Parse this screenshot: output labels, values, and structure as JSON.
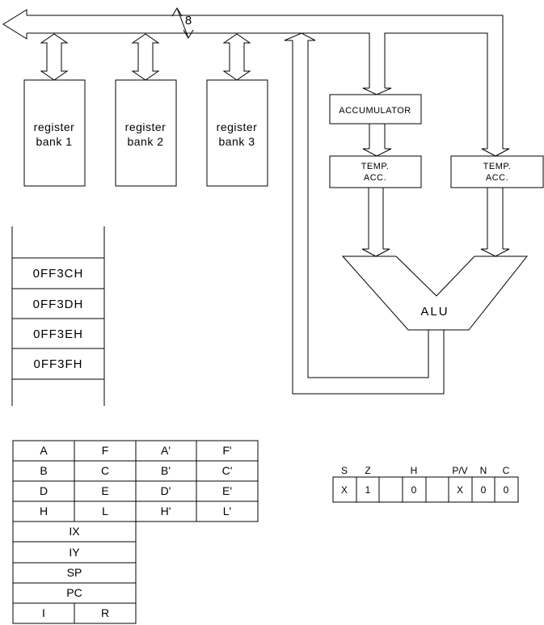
{
  "bus": {
    "width_label": "8"
  },
  "register_banks": [
    {
      "line1": "register",
      "line2": "bank 1"
    },
    {
      "line1": "register",
      "line2": "bank 2"
    },
    {
      "line1": "register",
      "line2": "bank 3"
    }
  ],
  "accumulator": {
    "label": "ACCUMULATOR"
  },
  "temp_accumulators": [
    {
      "line1": "TEMP.",
      "line2": "ACC."
    },
    {
      "line1": "TEMP.",
      "line2": "ACC."
    }
  ],
  "alu": {
    "label": "ALU"
  },
  "memory": {
    "cells": [
      "0FF3CH",
      "0FF3DH",
      "0FF3EH",
      "0FF3FH"
    ]
  },
  "register_table": {
    "main_rows": [
      [
        "A",
        "F",
        "A'",
        "F'"
      ],
      [
        "B",
        "C",
        "B'",
        "C'"
      ],
      [
        "D",
        "E",
        "D'",
        "E'"
      ],
      [
        "H",
        "L",
        "H'",
        "L'"
      ]
    ],
    "wide_rows": [
      "IX",
      "IY",
      "SP",
      "PC"
    ],
    "split_row": [
      "I",
      "R"
    ]
  },
  "flags_register": {
    "cells": [
      {
        "label": "S",
        "value": "X"
      },
      {
        "label": "Z",
        "value": "1"
      },
      {
        "label": "",
        "value": ""
      },
      {
        "label": "H",
        "value": "0"
      },
      {
        "label": "",
        "value": ""
      },
      {
        "label": "P/V",
        "value": "X"
      },
      {
        "label": "N",
        "value": "0"
      },
      {
        "label": "C",
        "value": "0"
      }
    ]
  },
  "colors": {
    "line": "#000000",
    "background": "#ffffff",
    "text": "#000000"
  }
}
